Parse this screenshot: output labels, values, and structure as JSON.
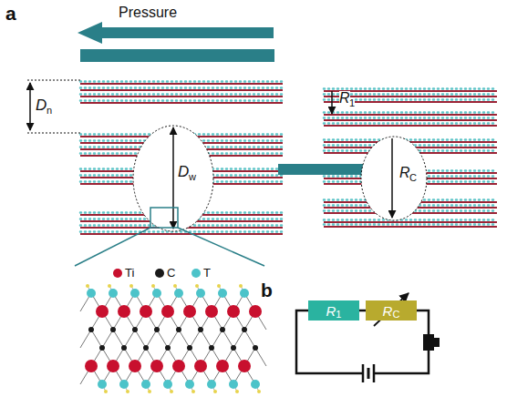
{
  "diagram": {
    "nodes": [
      {
        "text": [
          "R",
          "1"
        ]
      },
      {
        "text": [
          "R",
          "C"
        ]
      }
    ],
    "edges": [
      {
        "from": 0,
        "to": 1,
        "arrow": "none"
      }
    ],
    "labels": [
      "a",
      "Pressure",
      "D",
      "n",
      "D",
      "w",
      "R",
      "1",
      "R",
      "C",
      "b"
    ],
    "legend": [
      {
        "text": "Ti",
        "color": "#c8102e"
      },
      {
        "text": "C",
        "color": "#1a1a1a"
      },
      {
        "text": "T",
        "color": "#4cc3c9"
      }
    ]
  }
}
